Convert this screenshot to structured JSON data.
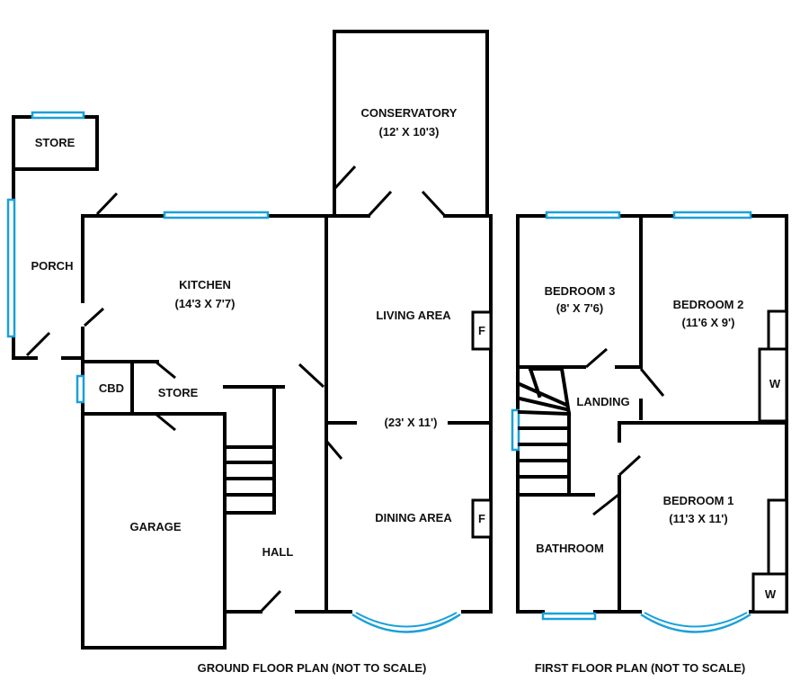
{
  "ground_floor": {
    "caption": "GROUND FLOOR PLAN (NOT TO SCALE)",
    "rooms": {
      "store": {
        "name": "STORE"
      },
      "porch": {
        "name": "PORCH"
      },
      "kitchen": {
        "name": "KITCHEN",
        "size": "(14'3 X 7'7)"
      },
      "conservatory": {
        "name": "CONSERVATORY",
        "size": "(12' X 10'3)"
      },
      "living": {
        "name": "LIVING AREA"
      },
      "living_dining_size": "(23' X 11')",
      "dining": {
        "name": "DINING AREA"
      },
      "cbd": {
        "name": "CBD"
      },
      "store2": {
        "name": "STORE"
      },
      "garage": {
        "name": "GARAGE"
      },
      "hall": {
        "name": "HALL"
      },
      "fireplace_living": "F",
      "fireplace_dining": "F"
    }
  },
  "first_floor": {
    "caption": "FIRST FLOOR PLAN (NOT TO SCALE)",
    "rooms": {
      "bedroom3": {
        "name": "BEDROOM 3",
        "size": "(8' X 7'6)"
      },
      "bedroom2": {
        "name": "BEDROOM 2",
        "size": "(11'6 X 9')"
      },
      "landing": {
        "name": "LANDING"
      },
      "bedroom1": {
        "name": "BEDROOM 1",
        "size": "(11'3 X 11')"
      },
      "bathroom": {
        "name": "BATHROOM"
      },
      "wardrobe2": "W",
      "wardrobe1": "W"
    }
  }
}
